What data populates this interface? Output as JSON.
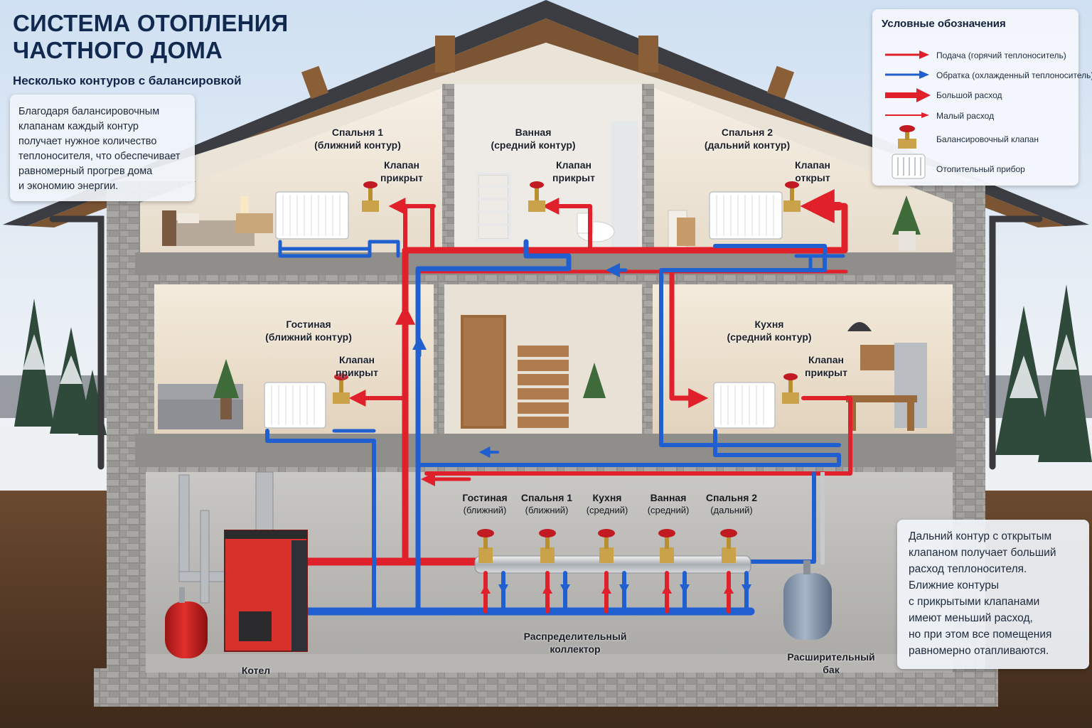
{
  "header": {
    "title_line1": "СИСТЕМА ОТОПЛЕНИЯ",
    "title_line2": "ЧАСТНОГО ДОМА",
    "subtitle": "Несколько контуров с балансировкой"
  },
  "notes": {
    "left_lines": [
      "Благодаря балансировочным",
      "клапанам каждый контур",
      "получает нужное количество",
      "теплоносителя, что обеспечивает",
      "равномерный прогрев дома",
      "и экономию энергии."
    ],
    "right_lines": [
      "Дальний контур с открытым",
      "клапаном получает больший",
      "расход теплоносителя.",
      "Ближние контуры",
      "с прикрытыми клапанами",
      "имеют меньший расход,",
      "но при этом все помещения",
      "равномерно отапливаются."
    ]
  },
  "legend": {
    "title": "Условные обозначения",
    "items": [
      {
        "symbol": "supply-arrow",
        "label": "Подача (горячий теплоноситель)"
      },
      {
        "symbol": "return-arrow",
        "label": "Обратка (охлажденный теплоноситель)"
      },
      {
        "symbol": "big-flow-arrow",
        "label": "Большой расход"
      },
      {
        "symbol": "small-flow-arrow",
        "label": "Малый расход"
      },
      {
        "symbol": "balancing-valve-icon",
        "label": "Балансировочный клапан"
      },
      {
        "symbol": "radiator-icon",
        "label": "Отопительный прибор"
      }
    ]
  },
  "rooms": {
    "bedroom1": {
      "name": "Спальня 1",
      "circuit": "(ближний контур)",
      "valve_line1": "Клапан",
      "valve_line2": "прикрыт"
    },
    "bathroom": {
      "name": "Ванная",
      "circuit": "(средний контур)",
      "valve_line1": "Клапан",
      "valve_line2": "прикрыт"
    },
    "bedroom2": {
      "name": "Спальня 2",
      "circuit": "(дальний контур)",
      "valve_line1": "Клапан",
      "valve_line2": "открыт"
    },
    "living": {
      "name": "Гостиная",
      "circuit": "(ближний контур)",
      "valve_line1": "Клапан",
      "valve_line2": "прикрыт"
    },
    "kitchen": {
      "name": "Кухня",
      "circuit": "(средний контур)",
      "valve_line1": "Клапан",
      "valve_line2": "прикрыт"
    }
  },
  "manifold": {
    "circuits": [
      {
        "name": "Гостиная",
        "sub": "(ближний)"
      },
      {
        "name": "Спальня 1",
        "sub": "(ближний)"
      },
      {
        "name": "Кухня",
        "sub": "(средний)"
      },
      {
        "name": "Ванная",
        "sub": "(средний)"
      },
      {
        "name": "Спальня 2",
        "sub": "(дальний)"
      }
    ],
    "label_line1": "Распределительный",
    "label_line2": "коллектор"
  },
  "equipment": {
    "boiler": "Котел",
    "tank_line1": "Расширительный",
    "tank_line2": "бак"
  },
  "colors": {
    "supply": "#e0202a",
    "return": "#1f5fd0",
    "boiler": "#d8302a",
    "title": "#11294f"
  }
}
